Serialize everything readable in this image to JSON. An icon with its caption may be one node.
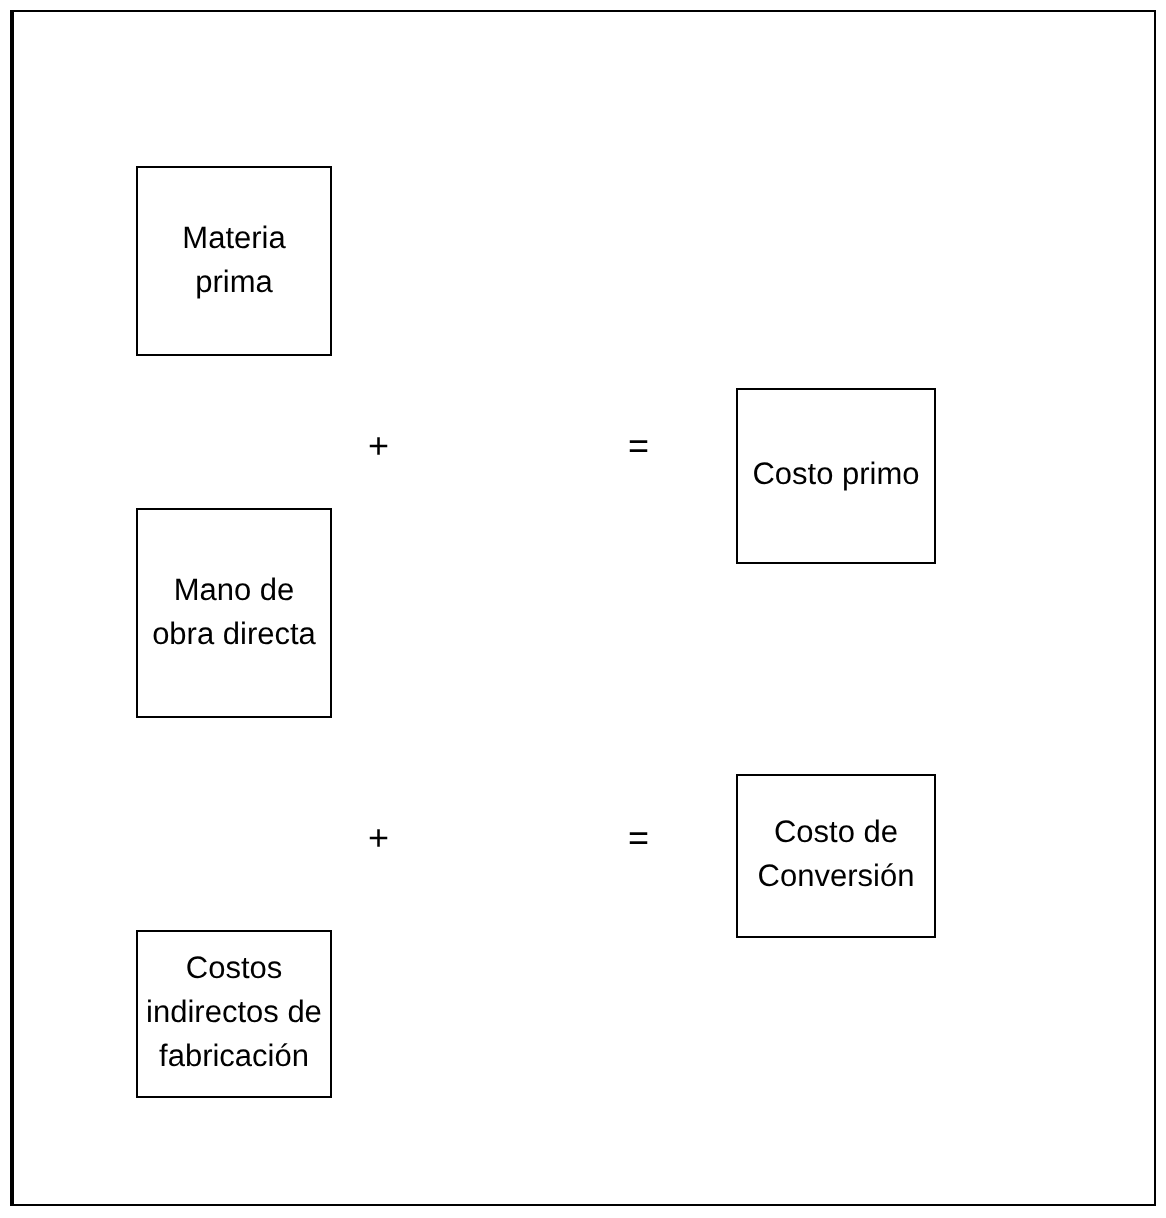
{
  "diagram": {
    "nodes": [
      {
        "text": [
          "Materia prima"
        ]
      },
      {
        "text": [
          "Costo primo"
        ]
      },
      {
        "text": [
          "Mano de obra directa"
        ]
      },
      {
        "text": [
          "Costo de Conversión"
        ]
      },
      {
        "text": [
          "Costos indirectos de fabricación"
        ]
      }
    ],
    "labels": [
      "+",
      "=",
      "+",
      "="
    ]
  }
}
